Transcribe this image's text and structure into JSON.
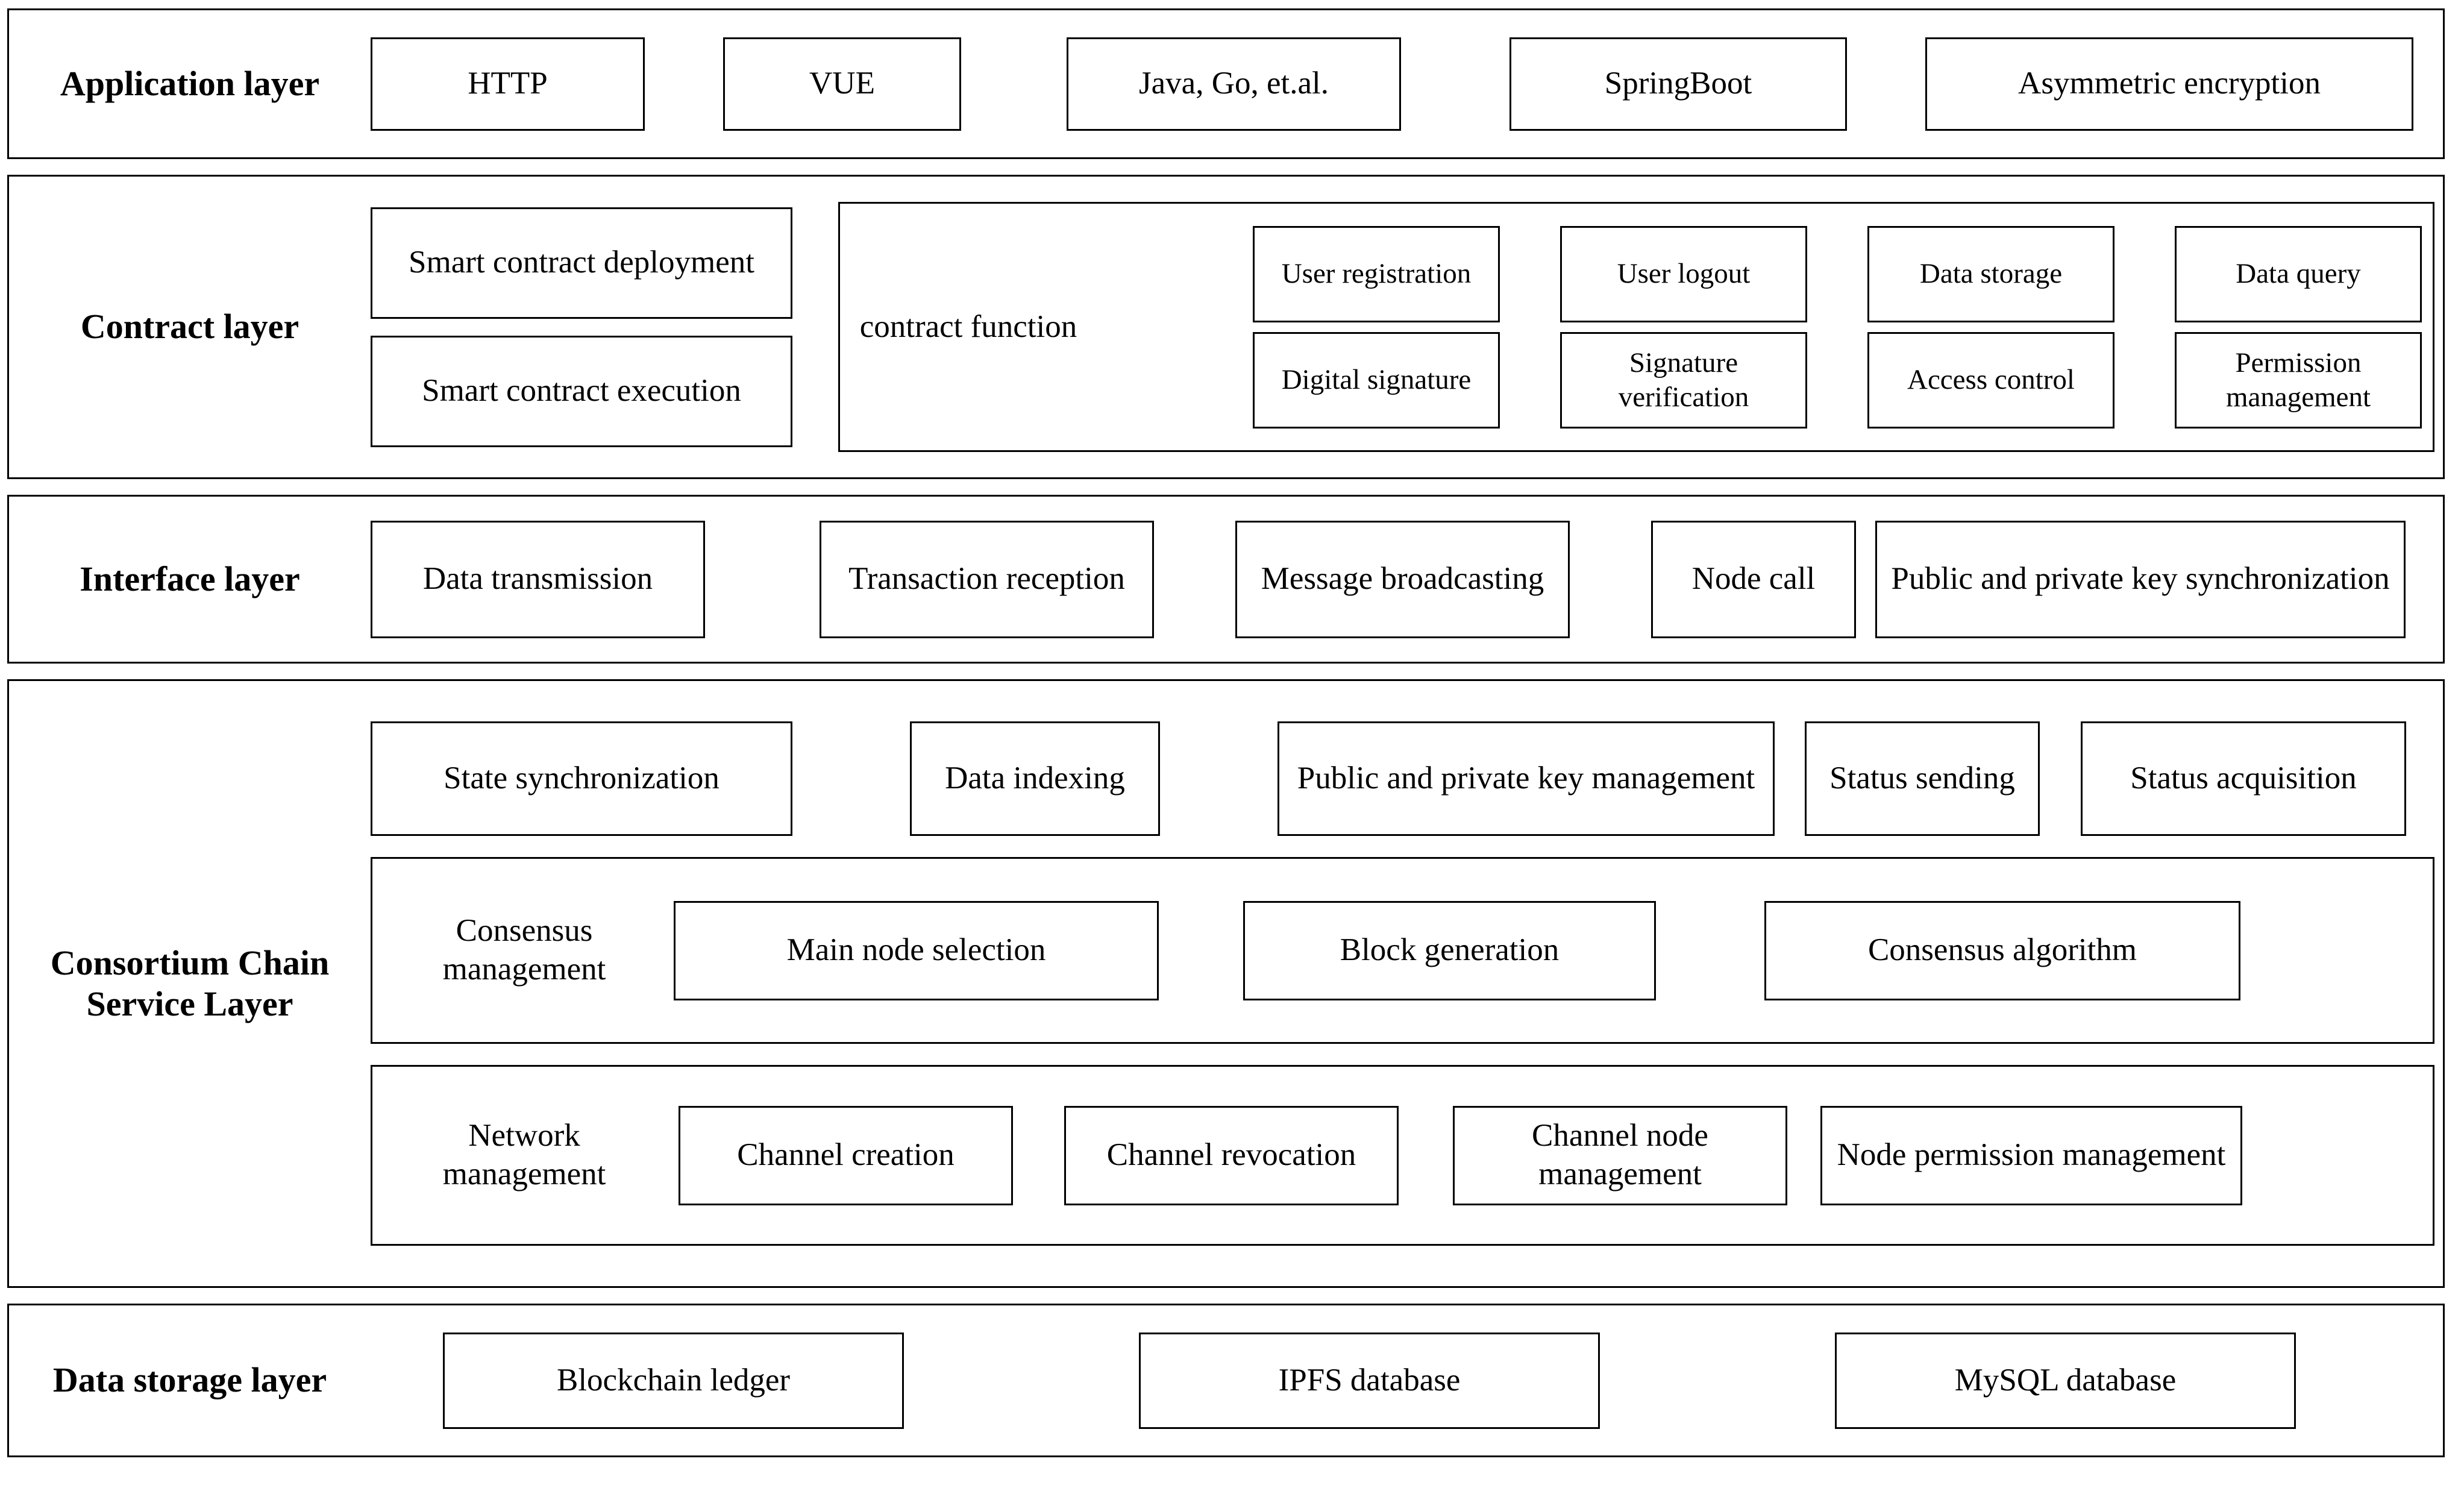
{
  "diagram": {
    "title": "Blockchain system layered architecture",
    "type": "layered-architecture",
    "border_color": "#000000",
    "background_color": "#ffffff",
    "text_color": "#000000"
  },
  "layers": [
    {
      "id": "application",
      "label": "Application\nlayer",
      "items": [
        "HTTP",
        "VUE",
        "Java, Go, et.al.",
        "SpringBoot",
        "Asymmetric encryption"
      ]
    },
    {
      "id": "contract",
      "label": "Contract layer",
      "left_items": [
        "Smart contract deployment",
        "Smart contract execution"
      ],
      "group": {
        "label": "contract function",
        "items": [
          "User registration",
          "User logout",
          "Data storage",
          "Data query",
          "Digital signature",
          "Signature verification",
          "Access control",
          "Permission management"
        ]
      }
    },
    {
      "id": "interface",
      "label": "Interface layer",
      "items": [
        "Data transmission",
        "Transaction reception",
        "Message broadcasting",
        "Node call",
        "Public and private key synchronization"
      ]
    },
    {
      "id": "consortium",
      "label": "Consortium\nChain Service\nLayer",
      "row1": [
        "State synchronization",
        "Data indexing",
        "Public and private key management",
        "Status sending",
        "Status acquisition"
      ],
      "consensus_group": {
        "label": "Consensus management",
        "items": [
          "Main node selection",
          "Block generation",
          "Consensus algorithm"
        ]
      },
      "network_group": {
        "label": "Network management",
        "items": [
          "Channel creation",
          "Channel revocation",
          "Channel node management",
          "Node permission management"
        ]
      }
    },
    {
      "id": "datastorage",
      "label": "Data storage\nlayer",
      "items": [
        "Blockchain ledger",
        "IPFS database",
        "MySQL database"
      ]
    }
  ]
}
